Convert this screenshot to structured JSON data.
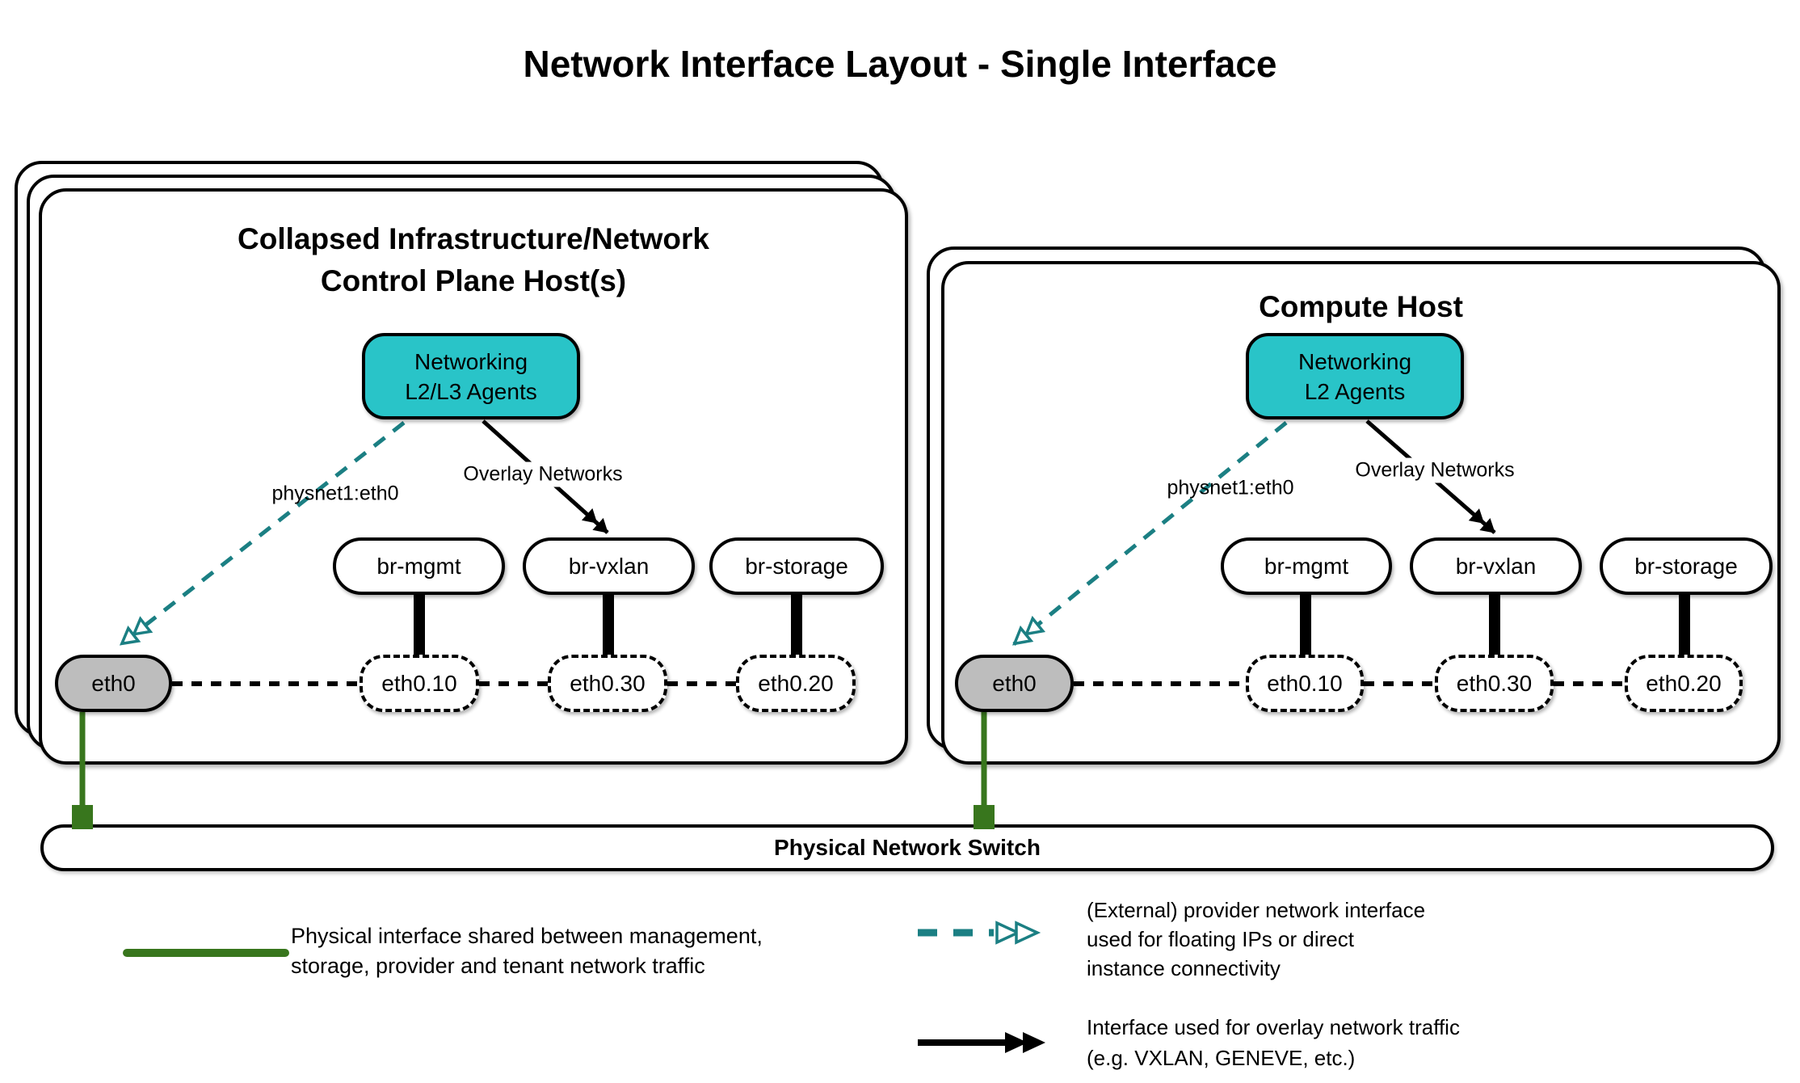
{
  "title": "Network Interface Layout - Single Interface",
  "colors": {
    "teal_fill": "#29c4c8",
    "teal_line": "#1b7f83",
    "green_line": "#38761d",
    "gray_fill": "#bdbdbd"
  },
  "hosts": {
    "control": {
      "title_line1": "Collapsed Infrastructure/Network",
      "title_line2": "Control Plane Host(s)",
      "agent_line1": "Networking",
      "agent_line2": "L2/L3 Agents",
      "provider_link_label": "physnet1:eth0",
      "overlay_link_label": "Overlay Networks",
      "bridges": [
        "br-mgmt",
        "br-vxlan",
        "br-storage"
      ],
      "physical_interface": "eth0",
      "vlan_interfaces": [
        "eth0.10",
        "eth0.30",
        "eth0.20"
      ]
    },
    "compute": {
      "title_line1": "Compute Host",
      "agent_line1": "Networking",
      "agent_line2": "L2 Agents",
      "provider_link_label": "physnet1:eth0",
      "overlay_link_label": "Overlay Networks",
      "bridges": [
        "br-mgmt",
        "br-vxlan",
        "br-storage"
      ],
      "physical_interface": "eth0",
      "vlan_interfaces": [
        "eth0.10",
        "eth0.30",
        "eth0.20"
      ]
    }
  },
  "switch_bar": {
    "label": "Physical Network Switch"
  },
  "legend": {
    "physical": {
      "line1": "Physical interface shared between management,",
      "line2": "storage, provider and tenant network traffic"
    },
    "provider": {
      "line1": "(External) provider network interface",
      "line2": "used for floating IPs or direct",
      "line3": "instance connectivity"
    },
    "overlay": {
      "line1": "Interface used for overlay network traffic",
      "line2": "(e.g. VXLAN, GENEVE, etc.)"
    }
  }
}
